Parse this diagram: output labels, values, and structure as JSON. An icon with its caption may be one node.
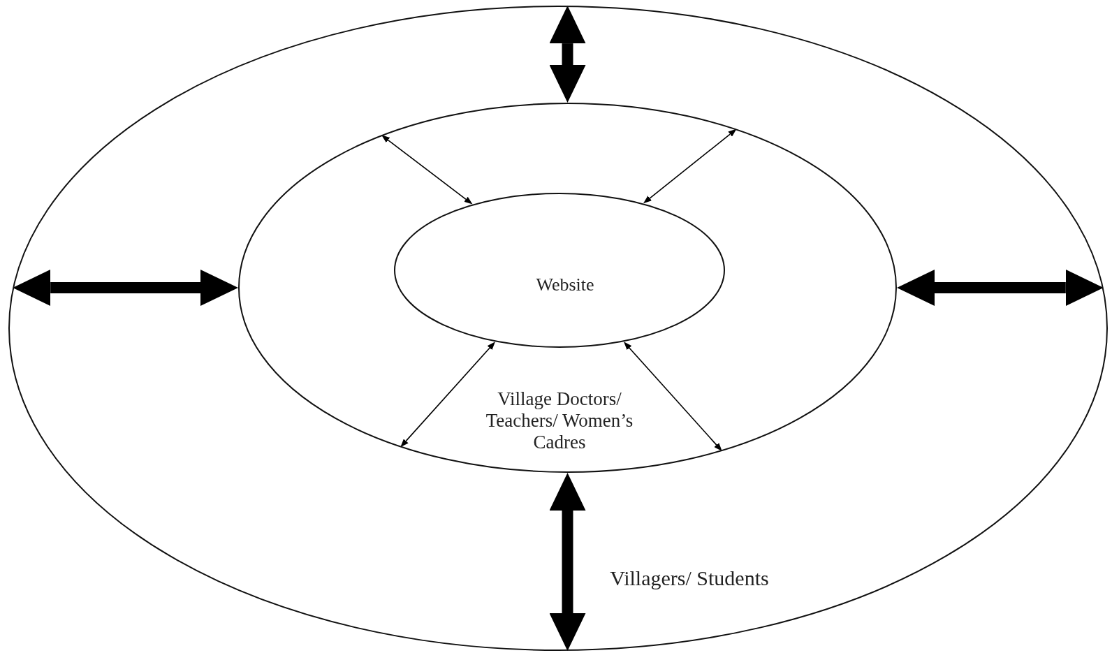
{
  "diagram": {
    "nodes": [
      {
        "text": [
          "Villagers/ Students"
        ]
      },
      {
        "text": [
          "Village Doctors/ Teachers/ Women’s Cadres"
        ],
        "in": 0
      },
      {
        "text": [
          "Website"
        ],
        "in": 1
      }
    ],
    "edges": [
      {
        "from": 1,
        "to": 0,
        "arrow": "both",
        "style": "thick"
      },
      {
        "from": 1,
        "to": 0,
        "arrow": "both",
        "style": "thick"
      },
      {
        "from": 1,
        "to": 0,
        "arrow": "both",
        "style": "thick"
      },
      {
        "from": 1,
        "to": 0,
        "arrow": "both",
        "style": "thick"
      },
      {
        "from": 2,
        "to": 1,
        "arrow": "both"
      },
      {
        "from": 2,
        "to": 1,
        "arrow": "both"
      },
      {
        "from": 2,
        "to": 1,
        "arrow": "both"
      },
      {
        "from": 2,
        "to": 1,
        "arrow": "both"
      }
    ]
  }
}
